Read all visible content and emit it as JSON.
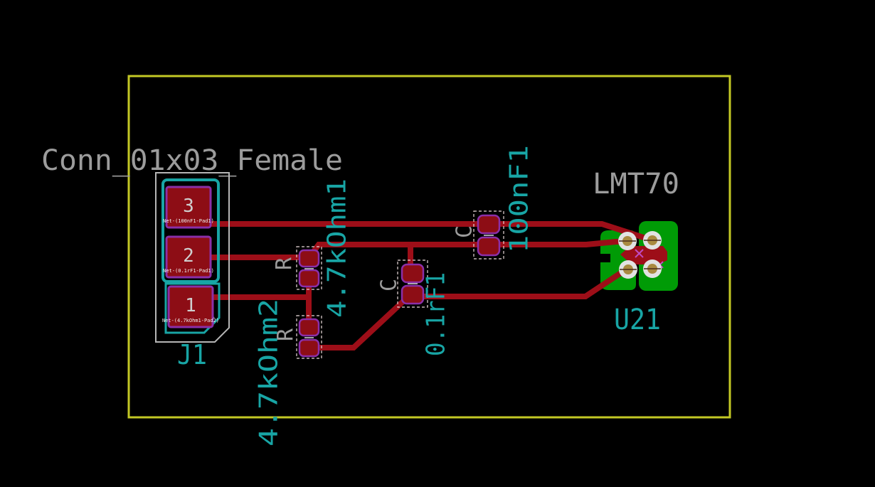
{
  "board": {
    "title": "Conn_01x03_Female",
    "outline_color": "#c3c825",
    "trace_color": "#9d0e18",
    "pad_fill_color": "#8d0d15",
    "pad_border_color": "#8b2fa8",
    "silkscreen_teal": "#18a5a5",
    "silkscreen_gray": "#9c9c9c",
    "copper_zone_green": "#009b06",
    "connector": {
      "reference": "J1",
      "pads": [
        {
          "number": "3",
          "net": "Net-(100nF1-Pad1)"
        },
        {
          "number": "2",
          "net": "Net-(0.1rF1-Pad1)"
        },
        {
          "number": "1",
          "net": "Net-(4.7kOhm1-Pad2)"
        }
      ]
    },
    "resistors": [
      {
        "value": "R",
        "silk": "4.7kOhm1"
      },
      {
        "value": "R",
        "silk": "4.7kOhm2"
      }
    ],
    "capacitors": [
      {
        "value": "C",
        "silk": "100nF1"
      },
      {
        "value": "C",
        "silk": "0.1rF1"
      }
    ],
    "ic": {
      "name": "LMT70",
      "reference": "U21"
    }
  }
}
